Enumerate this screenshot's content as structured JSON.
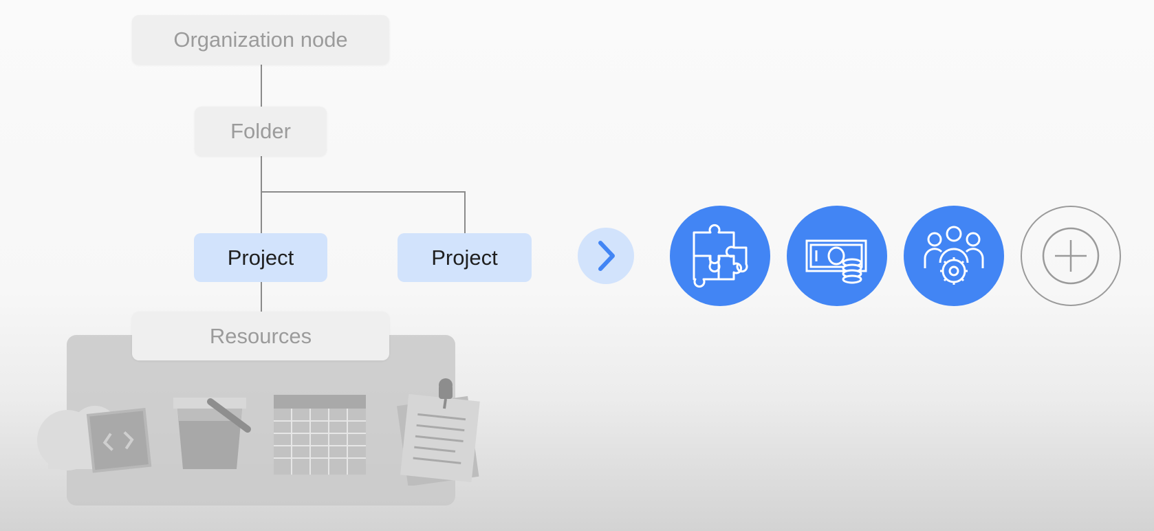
{
  "hierarchy": {
    "organization": "Organization node",
    "folder": "Folder",
    "projects": [
      "Project",
      "Project"
    ],
    "resources": "Resources"
  },
  "resource_icons": [
    "code-file-icon",
    "storage-bucket-icon",
    "table-grid-icon",
    "pinned-notes-icon"
  ],
  "features": [
    {
      "icon": "puzzle-icon"
    },
    {
      "icon": "billing-money-icon"
    },
    {
      "icon": "team-settings-icon"
    },
    {
      "icon": "add-plus-icon"
    }
  ],
  "colors": {
    "accent_blue": "#4285f4",
    "project_fill": "#d2e3fc",
    "node_gray": "#efefef",
    "connector": "#8a8a8a"
  }
}
